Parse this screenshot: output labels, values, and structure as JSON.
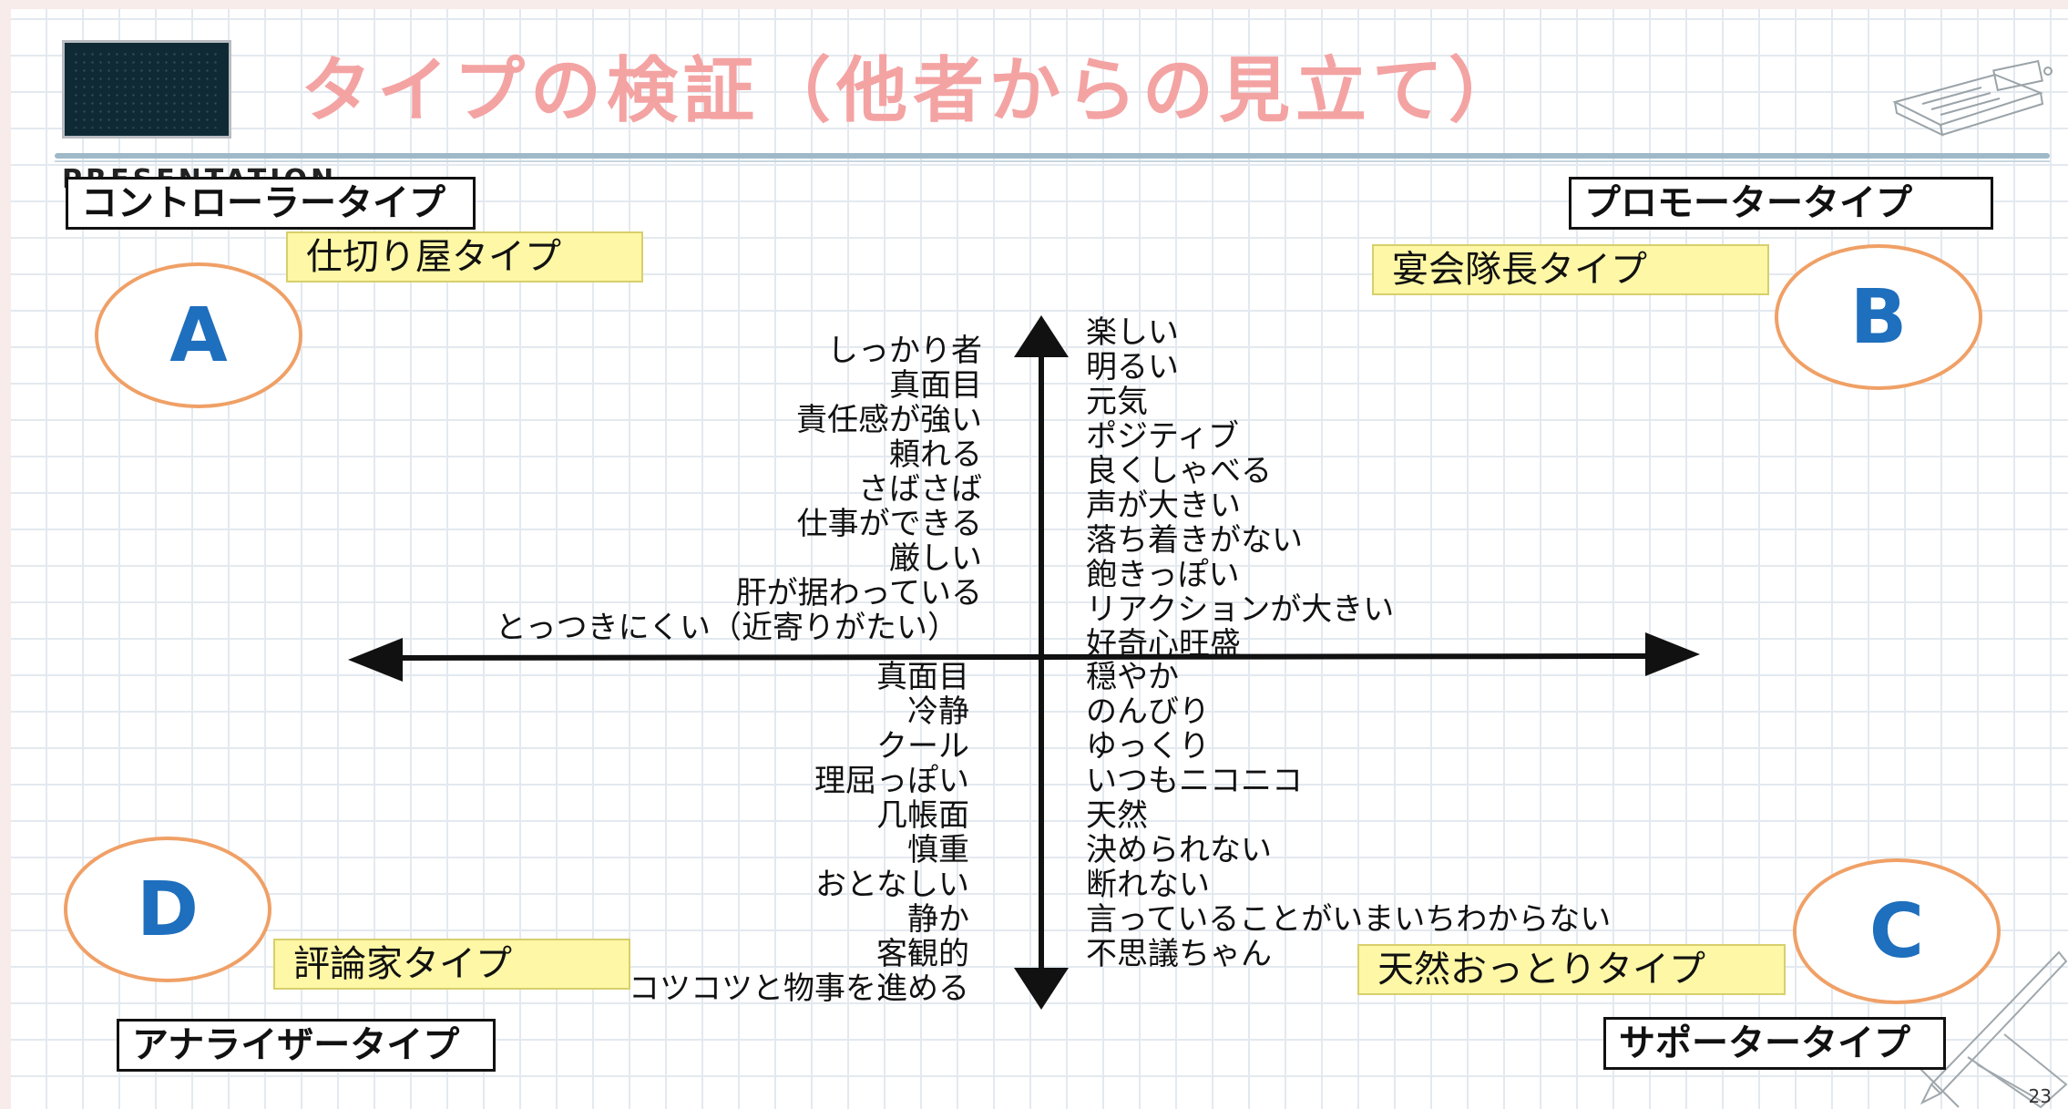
{
  "slide": {
    "title": "タイプの検証（他者からの見立て）",
    "subtitle_partial": "PRESENTATION",
    "page_number": "23"
  },
  "quadrants": {
    "A": {
      "letter": "A",
      "type_name": "コントローラータイプ",
      "nickname": "仕切り屋タイプ",
      "traits": [
        "しっかり者",
        "真面目",
        "責任感が強い",
        "頼れる",
        "さばさば",
        "仕事ができる",
        "厳しい",
        "肝が据わっている",
        "とっつきにくい（近寄りがたい）"
      ]
    },
    "B": {
      "letter": "B",
      "type_name": "プロモータータイプ",
      "nickname": "宴会隊長タイプ",
      "traits": [
        "楽しい",
        "明るい",
        "元気",
        "ポジティブ",
        "良くしゃべる",
        "声が大きい",
        "落ち着きがない",
        "飽きっぽい",
        "リアクションが大きい",
        "好奇心旺盛"
      ]
    },
    "C": {
      "letter": "C",
      "type_name": "サポータータイプ",
      "nickname": "天然おっとりタイプ",
      "traits": [
        "穏やか",
        "のんびり",
        "ゆっくり",
        "いつもニコニコ",
        "天然",
        "決められない",
        "断れない",
        "言っていることがいまいちわからない",
        "不思議ちゃん"
      ]
    },
    "D": {
      "letter": "D",
      "type_name": "アナライザータイプ",
      "nickname": "評論家タイプ",
      "traits": [
        "真面目",
        "冷静",
        "クール",
        "理屈っぽい",
        "几帳面",
        "慎重",
        "おとなしい",
        "静か",
        "客観的",
        "コツコツと物事を進める"
      ]
    }
  },
  "colors": {
    "title": "#f4a3a3",
    "circle_border": "#f0a066",
    "letter": "#1e6fbd",
    "nickname_bg": "#fdf7a6",
    "grid": "#e3e9ef"
  }
}
